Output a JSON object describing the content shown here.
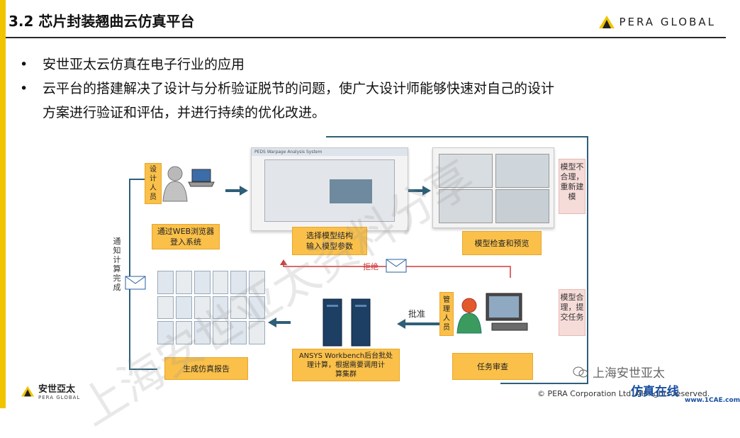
{
  "header": {
    "title": "3.2 芯片封装翘曲云仿真平台",
    "brand": "PERA GLOBAL"
  },
  "bullets": [
    "安世亚太云仿真在电子行业的应用",
    "云平台的搭建解决了设计与分析验证脱节的问题，使广大设计师能够快速对自己的设计",
    "方案进行验证和评估，并进行持续的优化改进。"
  ],
  "diagram": {
    "designer_label": "设计人员",
    "step1": "通过WEB浏览器登入系统",
    "step2_line1": "选择模型结构",
    "step2_line2": "输入模型参数",
    "step3": "模型检查和预览",
    "model_invalid": "模型不合理，重新建模",
    "model_valid": "模型合理，提交任务",
    "reject": "拒绝",
    "manager_label": "管理人员",
    "approve": "批准",
    "task_review": "任务审查",
    "ansys_line1": "ANSYS Workbench后台批处",
    "ansys_line2": "理计算，根据需要调用计",
    "ansys_line3": "算集群",
    "report": "生成仿真报告",
    "notify": "通知计算完成",
    "screen_title": "PEDS Warpage Analysis System"
  },
  "watermark": "上海安世亚太资料分享",
  "footer": {
    "logo_cn": "安世亞太",
    "logo_en": "PERA GLOBAL",
    "copyright": "© PERA Corporation Ltd. All rights reserved.",
    "wechat": "上海安世亚太",
    "site_brand": "仿真在线",
    "site_url": "www.1CAE.com"
  },
  "colors": {
    "accent": "#f2c400",
    "box": "#fac04a",
    "pink": "#f6dcd8",
    "line": "#2f5f78",
    "reject": "#d13a3a"
  }
}
